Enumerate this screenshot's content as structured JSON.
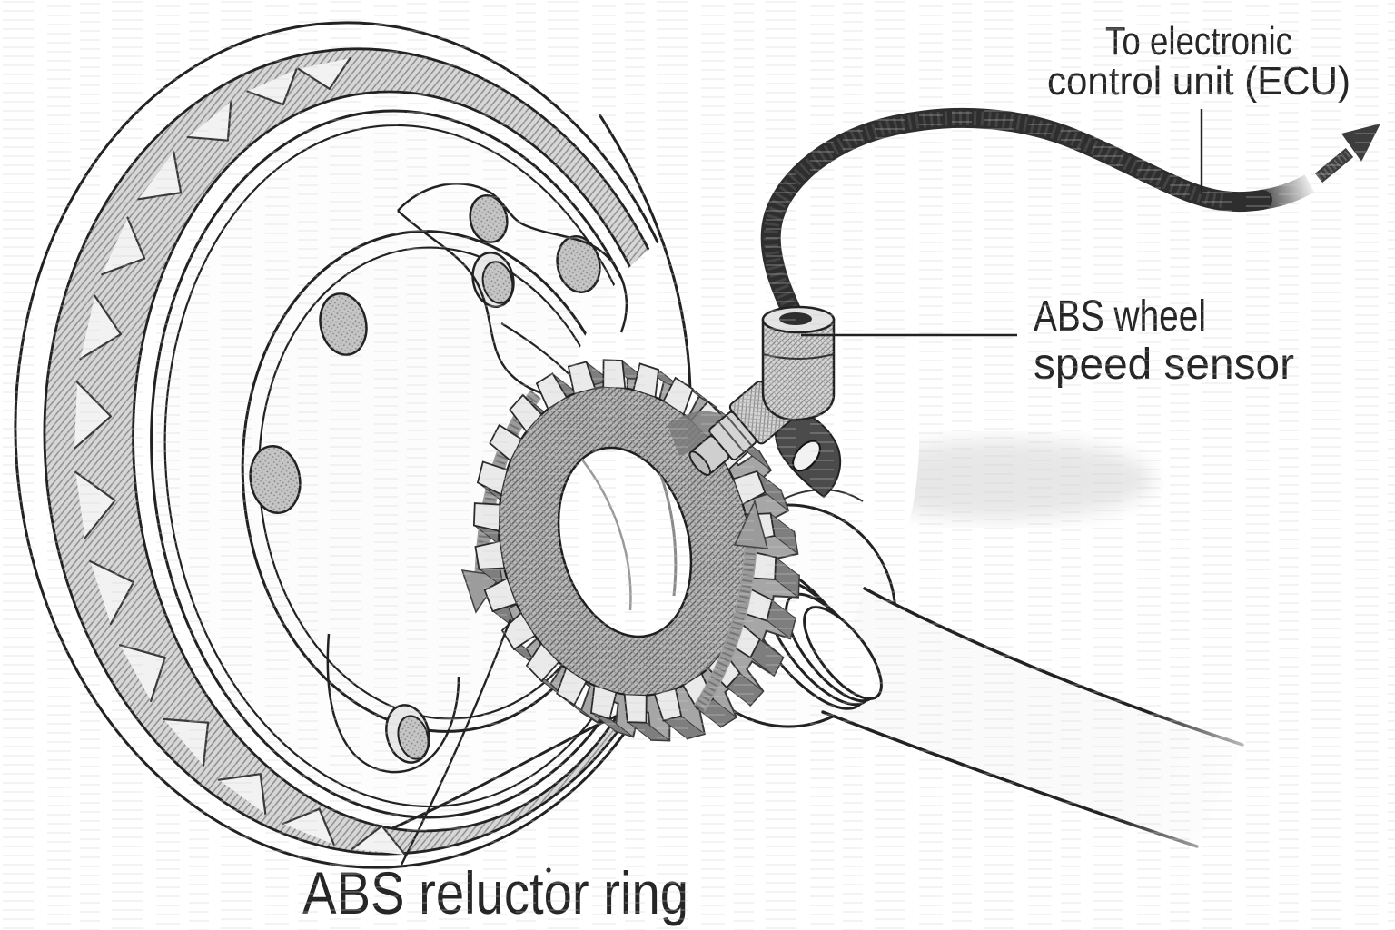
{
  "figure": {
    "kind": "technical-illustration",
    "colors": {
      "paper": "#ffffff",
      "ink": "#222222",
      "cable": "#2e2e2e",
      "shade": "#bdbdbd"
    },
    "labels": {
      "ecu_line1": "To electronic",
      "ecu_line2": "control unit (ECU)",
      "sensor_line1": "ABS wheel",
      "sensor_line2": "speed sensor",
      "reluctor": "ABS reluctor ring"
    },
    "parts": [
      "vented-brake-disc",
      "hub-flange-bolt-holes",
      "abs-reluctor-ring",
      "abs-wheel-speed-sensor",
      "sensor-cable-to-ecu",
      "cv-joint-boot",
      "drive-axle-shaft",
      "rotation-arrows"
    ]
  }
}
